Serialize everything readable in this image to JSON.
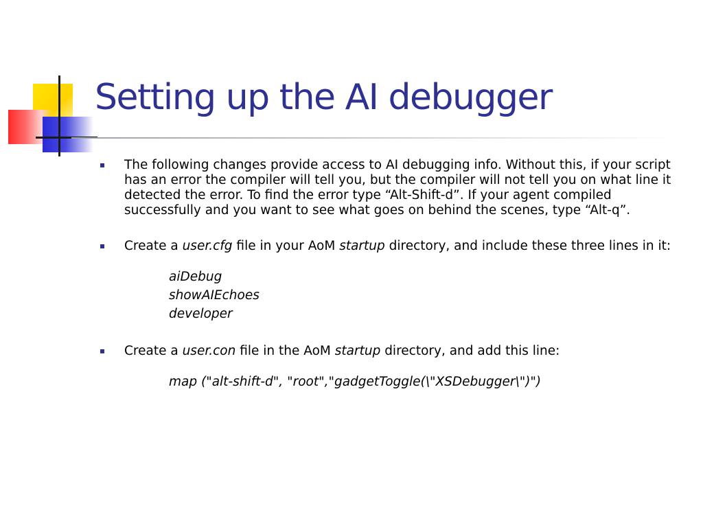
{
  "slide": {
    "title": "Setting up the AI debugger",
    "accent_color": "#2e3192"
  },
  "bullets": [
    {
      "text": "The following changes provide access to AI debugging info. Without this, if your script has an error the compiler will tell you, but the compiler will not tell you on what line it detected the error. To find the error type “Alt-Shift-d”. If your agent compiled successfully and you want to see what goes on behind the scenes, type “Alt-q”."
    },
    {
      "t1": "Create a ",
      "file": "user.cfg",
      "t2": " file in your AoM ",
      "dir": "startup",
      "t3": " directory, and include these three lines in it:"
    },
    {
      "t1": "Create a ",
      "file": "user.con",
      "t2": " file in the AoM ",
      "dir": "startup",
      "t3": " directory, and add this line:"
    }
  ],
  "cfg_lines": [
    "aiDebug",
    "showAIEchoes",
    "developer"
  ],
  "con_line": "map (\"alt-shift-d\", \"root\",\"gadgetToggle(\\\"XSDebugger\\\")\")",
  "bullet_icon": "square-bullet-icon"
}
